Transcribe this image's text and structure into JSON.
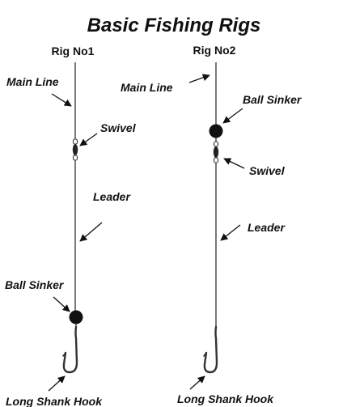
{
  "title": "Basic Fishing Rigs",
  "colors": {
    "line": "#333333",
    "sinker": "#111111",
    "text": "#111111"
  },
  "rigs": [
    {
      "name": "Rig No1",
      "labels": {
        "main_line": "Main Line",
        "swivel": "Swivel",
        "leader": "Leader",
        "sinker": "Ball Sinker",
        "hook": "Long Shank Hook"
      }
    },
    {
      "name": "Rig No2",
      "labels": {
        "main_line": "Main Line",
        "sinker": "Ball Sinker",
        "swivel": "Swivel",
        "leader": "Leader",
        "hook": "Long Shank Hook"
      }
    }
  ]
}
